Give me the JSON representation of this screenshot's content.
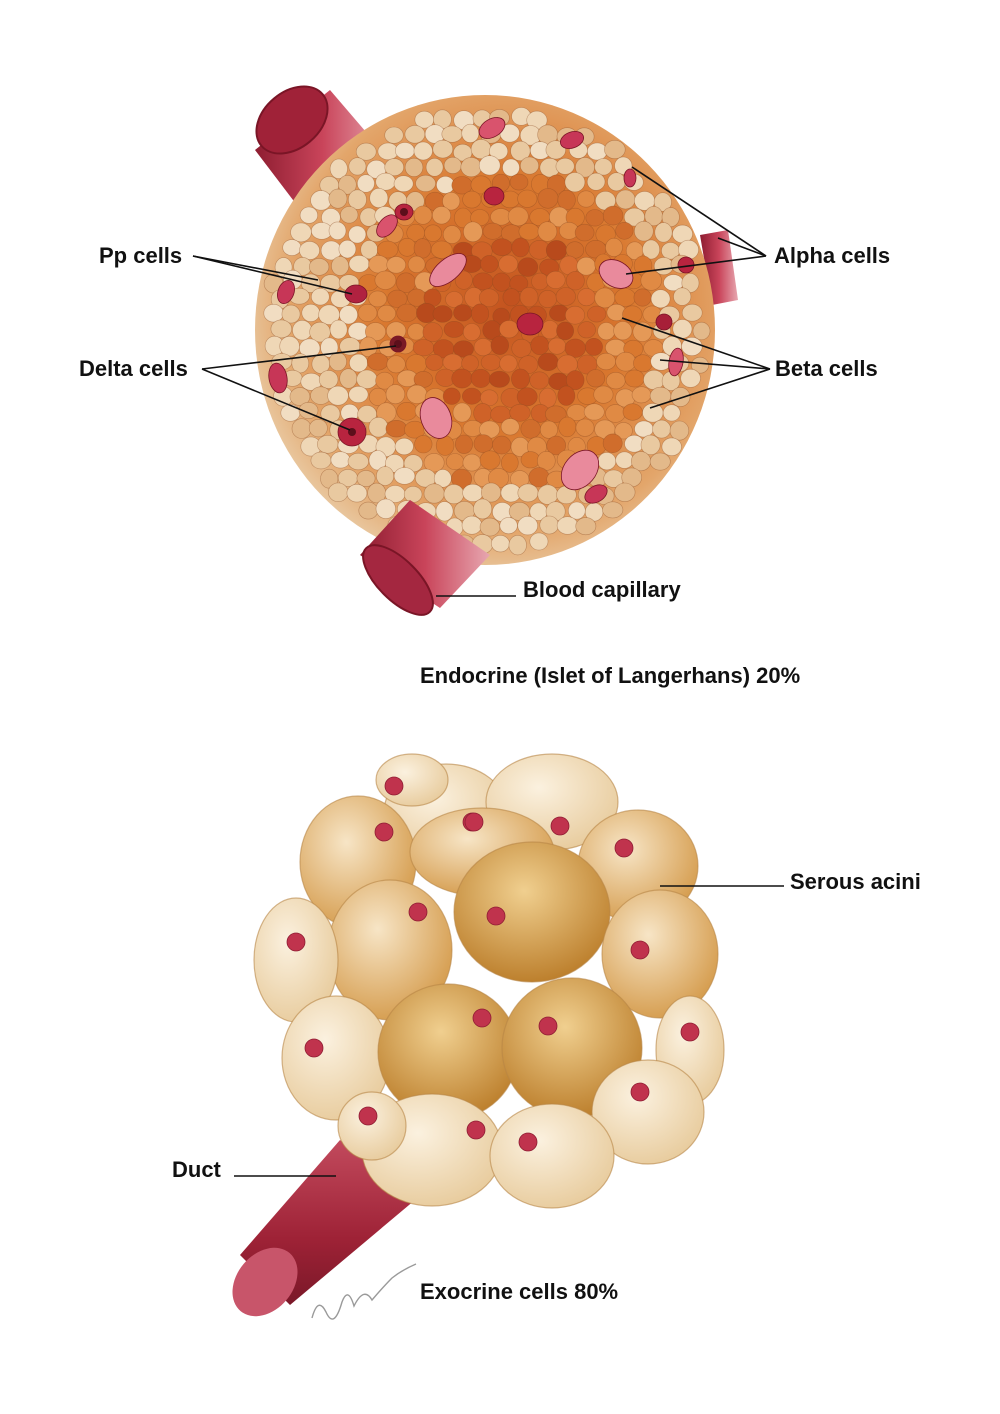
{
  "labels": {
    "pp_cells": "Pp cells",
    "delta_cells": "Delta cells",
    "alpha_cells": "Alpha cells",
    "beta_cells": "Beta cells",
    "blood_capillary": "Blood capillary",
    "serous_acini": "Serous acini",
    "duct": "Duct"
  },
  "captions": {
    "endocrine": "Endocrine (Islet of Langerhans) 20%",
    "exocrine": "Exocrine cells 80%"
  },
  "colors": {
    "vessel_red": "#b3283f",
    "endocrine_orange": "#d9782f",
    "endocrine_pale": "#e8c9a3",
    "exocrine_gold": "#d9a24a",
    "exocrine_pale": "#f2e0bf",
    "nucleus_red": "#c0334d"
  }
}
